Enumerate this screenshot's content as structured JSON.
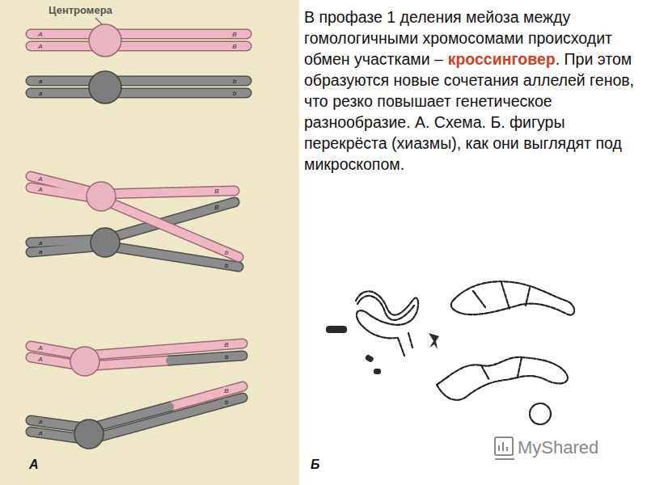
{
  "diagram": {
    "labels": [
      "Центромера",
      "A",
      "A",
      "B",
      "B",
      "a",
      "a",
      "b",
      "b",
      "A",
      "A",
      "B",
      "B",
      "a",
      "a",
      "b",
      "b",
      "A",
      "A",
      "B",
      "b",
      "a",
      "a",
      "B",
      "b",
      "А",
      "Б",
      "В профазе 1 деления мейоза между гомологичными хромосомами происходит обмен участками –",
      "кроссинговер",
      ". При этом образуются новые сочетания аллелей генов, что резко повышает генетическое разнообразие. А. Схема. Б. фигуры перекрёста (хиазмы), как они выглядят под микроскопом.",
      "MyShared"
    ]
  }
}
